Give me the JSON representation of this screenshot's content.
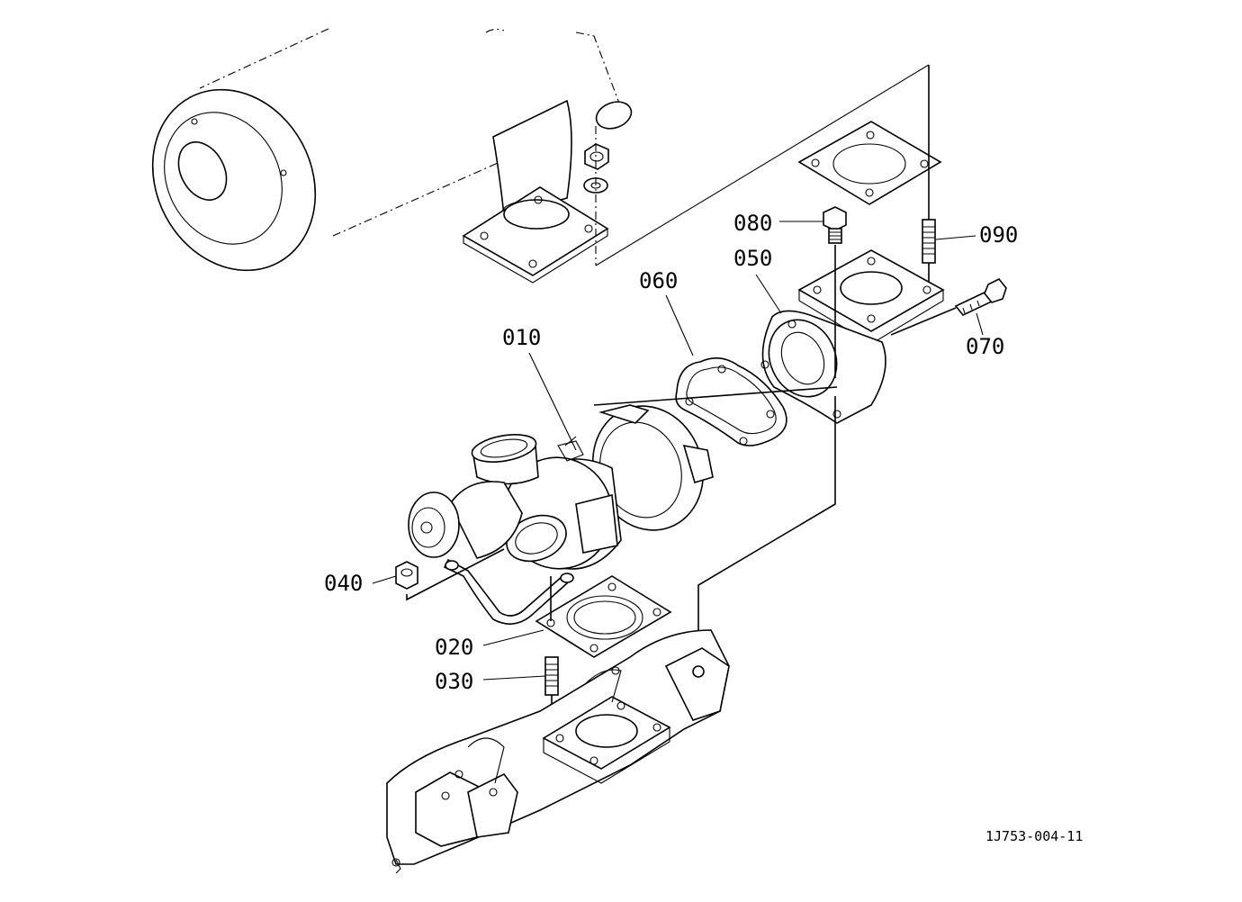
{
  "diagram": {
    "code": "1J753-004-11",
    "labels": {
      "p010": "010",
      "p020": "020",
      "p030": "030",
      "p040": "040",
      "p050": "050",
      "p060": "060",
      "p070": "070",
      "p080": "080",
      "p090": "090"
    }
  }
}
